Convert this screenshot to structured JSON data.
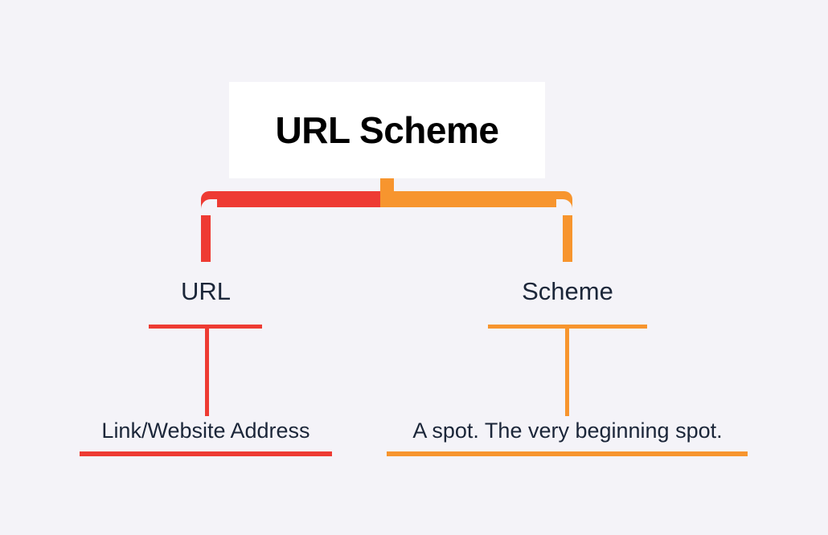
{
  "diagram": {
    "type": "tree",
    "background_color": "#f4f3f8",
    "root": {
      "label": "URL Scheme",
      "box_fill": "#ffffff",
      "text_color": "#000000"
    },
    "branches": [
      {
        "id": "url",
        "label": "URL",
        "color": "#ee3b33",
        "leaf": "Link/Website Address"
      },
      {
        "id": "scheme",
        "label": "Scheme",
        "color": "#f7952e",
        "leaf": "A spot. The very beginning spot."
      }
    ],
    "label_text_color": "#1b2639"
  }
}
